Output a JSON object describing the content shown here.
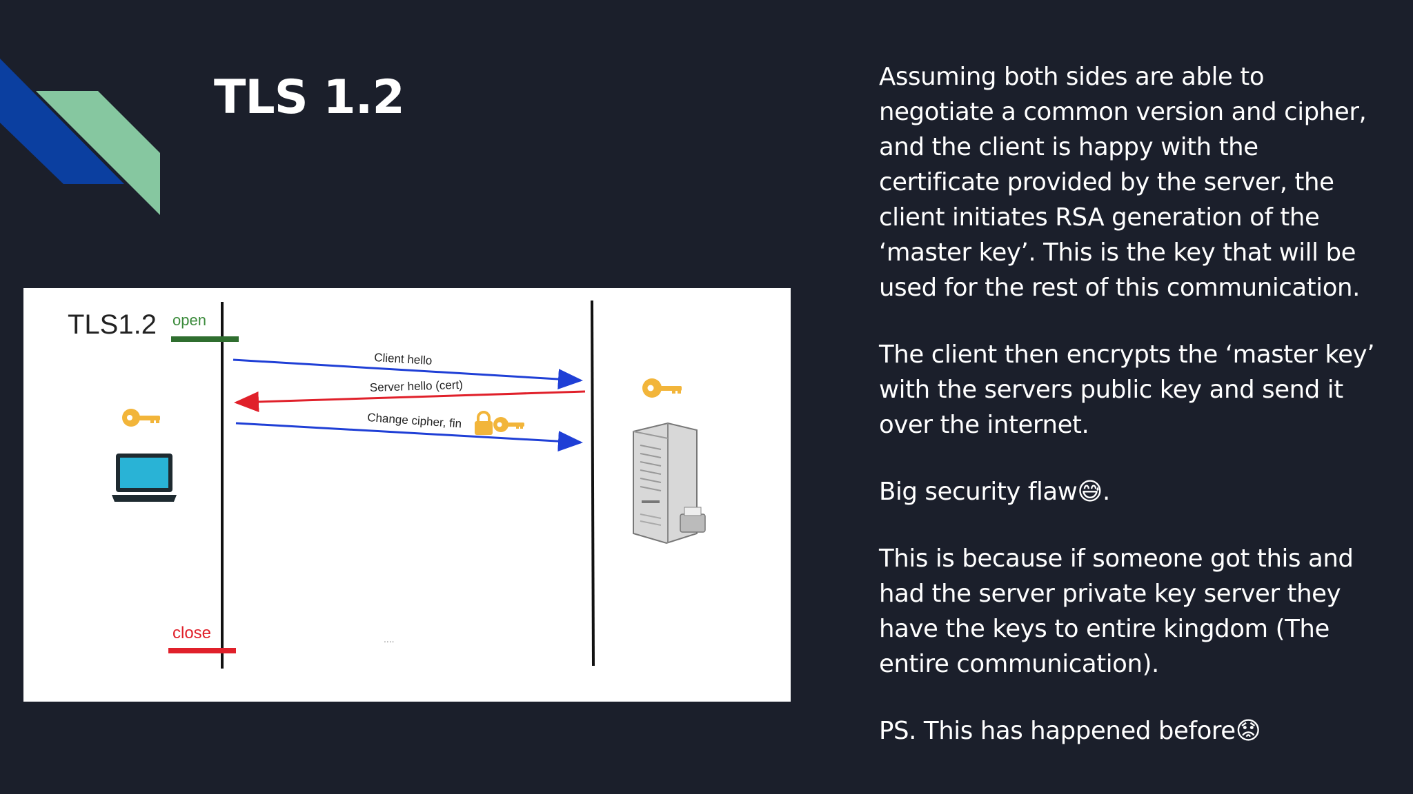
{
  "slide": {
    "title": "TLS 1.2",
    "colors": {
      "background": "#1b1f2b",
      "accent_blue": "#0b3fa0",
      "accent_green": "#86c7a0",
      "text": "#ffffff"
    }
  },
  "diagram": {
    "heading": "TLS1.2",
    "open_label": "open",
    "close_label": "close",
    "ellipsis": "....",
    "messages": [
      {
        "label": "Client hello",
        "direction": "client-to-server",
        "color": "#1f3fd6"
      },
      {
        "label": "Server hello (cert)",
        "direction": "server-to-client",
        "color": "#e0202a"
      },
      {
        "label": "Change cipher, fin",
        "direction": "client-to-server",
        "color": "#1f3fd6"
      }
    ],
    "icons": {
      "client_key": "key-icon",
      "server_key": "key-icon",
      "lock": "lock-icon",
      "laptop": "laptop-icon",
      "server": "server-icon"
    }
  },
  "body": {
    "paragraphs": [
      "Assuming both sides are able to negotiate a common version and cipher, and the client is happy with the certificate provided by the server, the client initiates RSA generation of the ‘master key’. This is the key that will be used for the rest of this communication.",
      "The client then encrypts the ‘master key’ with the servers public key and send it over the internet.",
      "Big security flaw😅.",
      "This is because if someone got this and had the server private key server they have the keys to entire kingdom (The entire communication).",
      "PS. This has happened before😟"
    ]
  }
}
